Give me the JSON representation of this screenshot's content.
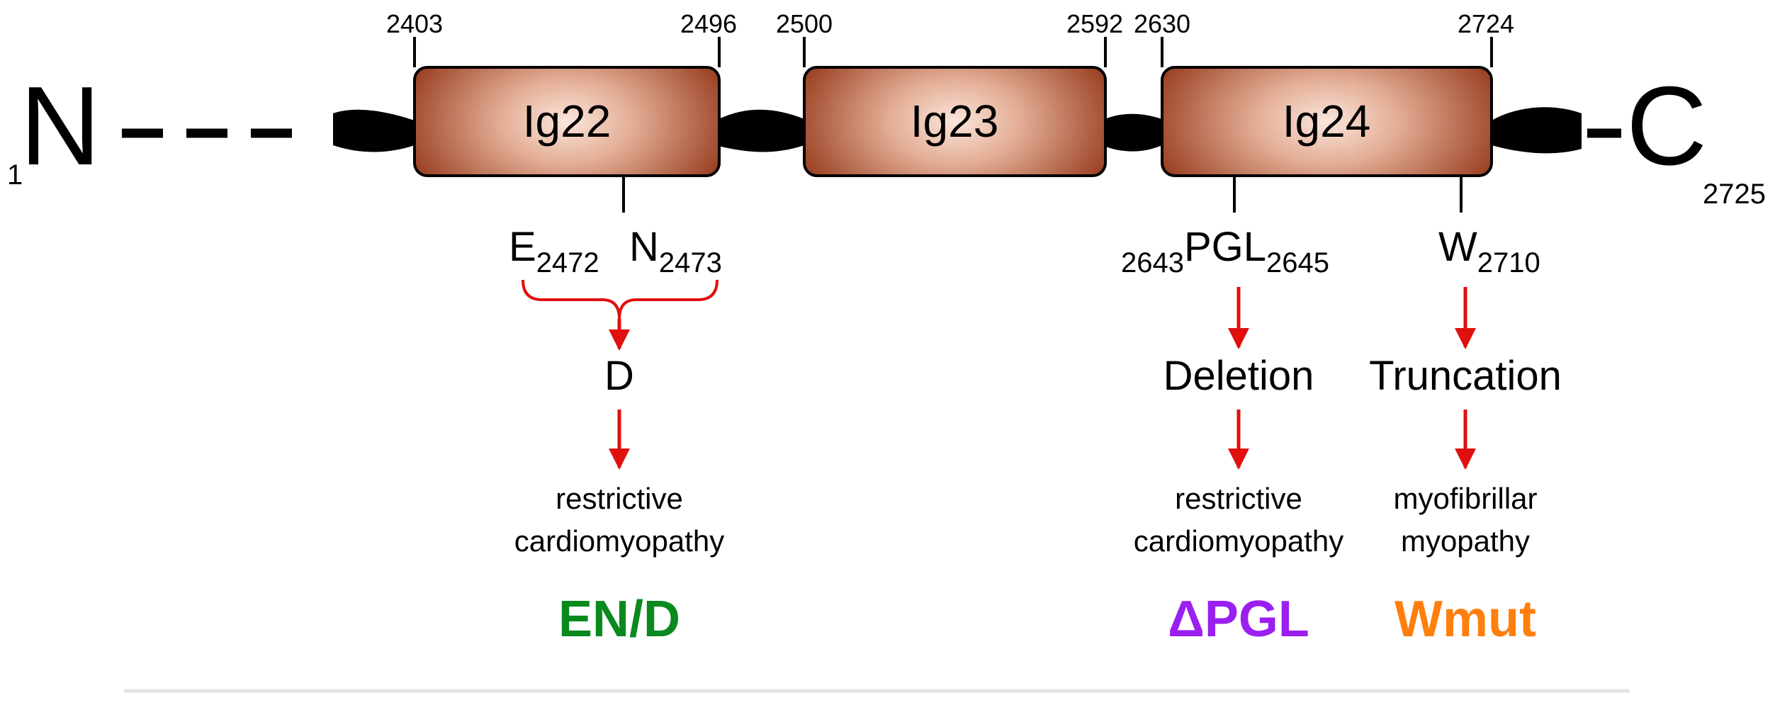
{
  "terminal_n": {
    "label": "N",
    "subscript": "1"
  },
  "terminal_c": {
    "label": "C",
    "subscript": "2725"
  },
  "domains": [
    {
      "name": "Ig22",
      "start": "2403",
      "end": "2496"
    },
    {
      "name": "Ig23",
      "start": "2500",
      "end": "2592"
    },
    {
      "name": "Ig24",
      "start": "2630",
      "end": "2724"
    }
  ],
  "mutations": {
    "en_d": {
      "residue_e": {
        "letter": "E",
        "number": "2472"
      },
      "residue_n": {
        "letter": "N",
        "number": "2473"
      },
      "result": "D",
      "disease_line1": "restrictive",
      "disease_line2": "cardiomyopathy",
      "tag": "EN/D",
      "tag_color": "#0a8a1e"
    },
    "pgl": {
      "pre": "2643",
      "letters": "PGL",
      "post": "2645",
      "result": "Deletion",
      "disease_line1": "restrictive",
      "disease_line2": "cardiomyopathy",
      "tag": "ΔPGL",
      "tag_color": "#9a1ff0"
    },
    "wmut": {
      "letter": "W",
      "number": "2710",
      "result": "Truncation",
      "disease_line1": "myofibrillar",
      "disease_line2": "myopathy",
      "tag": "Wmut",
      "tag_color": "#ff7f0e"
    }
  },
  "colors": {
    "domain_dark": "#8b2a0c",
    "domain_light": "#fbe6dc",
    "linker": "#000000",
    "arrow": "#e0100f",
    "separator": "#e3e3e3"
  }
}
